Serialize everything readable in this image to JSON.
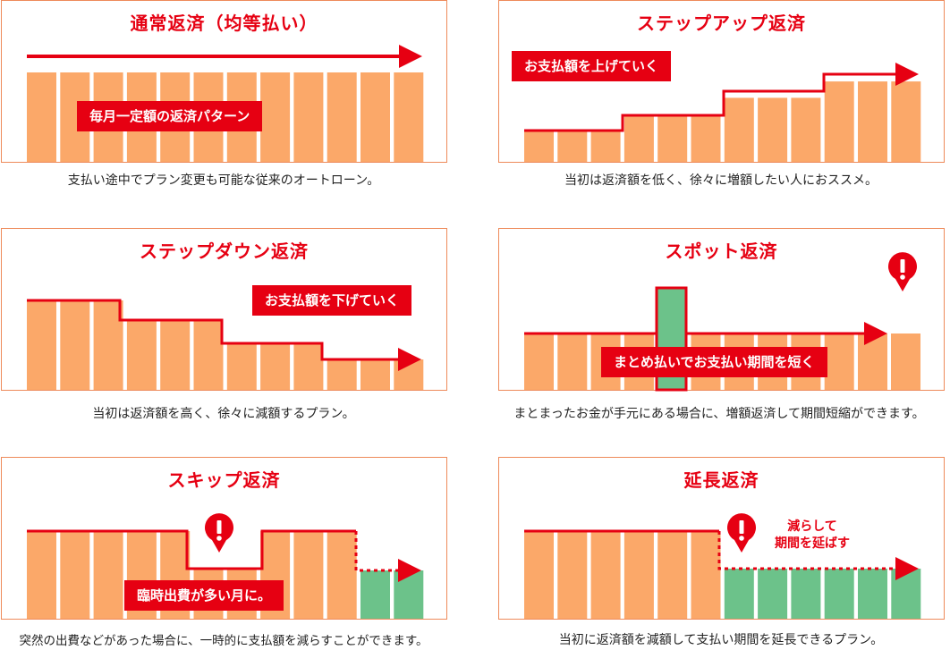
{
  "colors": {
    "red": "#e60012",
    "orange": "#fba869",
    "green": "#6cc28a",
    "border": "#ee8a5a"
  },
  "panels": [
    {
      "id": "regular",
      "title": "通常返済（均等払い）",
      "label": "毎月一定額の返済パターン",
      "caption": "支払い途中でプラン変更も可能な従来のオートローン。",
      "payment_levels": [
        1,
        1,
        1,
        1,
        1,
        1,
        1,
        1,
        1,
        1,
        1,
        1
      ]
    },
    {
      "id": "stepup",
      "title": "ステップアップ返済",
      "label": "お支払額を上げていく",
      "caption": "当初は返済額を低く、徐々に増額したい人におススメ。",
      "payment_levels": [
        1,
        1,
        1,
        2,
        2,
        2,
        3,
        3,
        3,
        4,
        4,
        4
      ]
    },
    {
      "id": "stepdown",
      "title": "ステップダウン返済",
      "label": "お支払額を下げていく",
      "caption": "当初は返済額を高く、徐々に減額するプラン。",
      "payment_levels": [
        4,
        4,
        4,
        3,
        3,
        3,
        2,
        2,
        2,
        1,
        1,
        1
      ]
    },
    {
      "id": "spot",
      "title": "スポット返済",
      "label": "まとめ払いでお支払い期間を短く",
      "caption": "まとまったお金が手元にある場合に、増額返済して期間短縮ができます。",
      "icon": "exclamation-pin-icon"
    },
    {
      "id": "skip",
      "title": "スキップ返済",
      "label": "臨時出費が多い月に。",
      "caption": "突然の出費などがあった場合に、一時的に支払額を減らすことができます。",
      "icon": "exclamation-pin-icon"
    },
    {
      "id": "extend",
      "title": "延長返済",
      "label_lines": [
        "減らして",
        "期間を延ばす"
      ],
      "caption": "当初に返済額を減額して支払い期間を延長できるプラン。",
      "icon": "exclamation-pin-icon"
    }
  ]
}
